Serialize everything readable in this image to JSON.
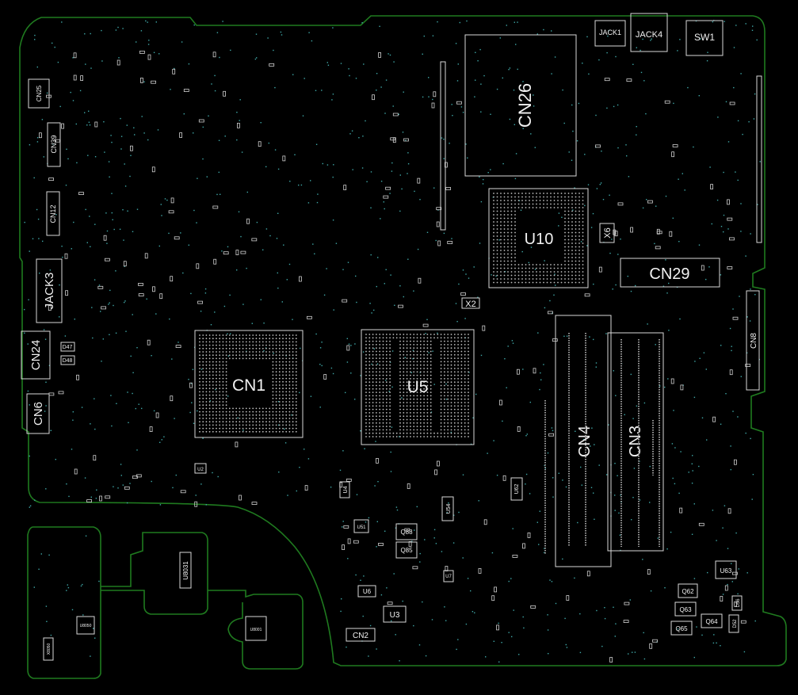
{
  "board": {
    "outline_color": "#1f7a1f",
    "silkscreen_color": "#d9d9d9",
    "via_color": "#3fa7a7",
    "background": "#000000"
  },
  "components": {
    "cn26": "CN26",
    "u10": "U10",
    "cn29": "CN29",
    "x6": "X6",
    "x2": "X2",
    "cn1": "CN1",
    "u5": "U5",
    "cn4": "CN4",
    "cn3": "CN3",
    "cn8": "CN8",
    "jack1": "JACK1",
    "jack4": "JACK4",
    "sw1": "SW1",
    "cn25": "CN25",
    "cn39": "CN39",
    "cn12": "CN12",
    "jack3": "JACK3",
    "cn24": "CN24",
    "cn6": "CN6",
    "d47": "D47",
    "d48": "D48",
    "u2": "U2",
    "u4": "U4",
    "u51": "U51",
    "u54": "U54",
    "u62": "U62",
    "q88": "Q88",
    "q85": "Q85",
    "u6": "U6",
    "u3": "U3",
    "cn2": "CN2",
    "u7": "U7",
    "u63": "U63",
    "q62": "Q62",
    "q63": "Q63",
    "q64": "Q64",
    "q65": "Q65",
    "d52": "D52",
    "d56": "D56",
    "u8031": "U8031",
    "u8050": "U8050",
    "x8050": "X8050",
    "u8001": "U8001"
  }
}
